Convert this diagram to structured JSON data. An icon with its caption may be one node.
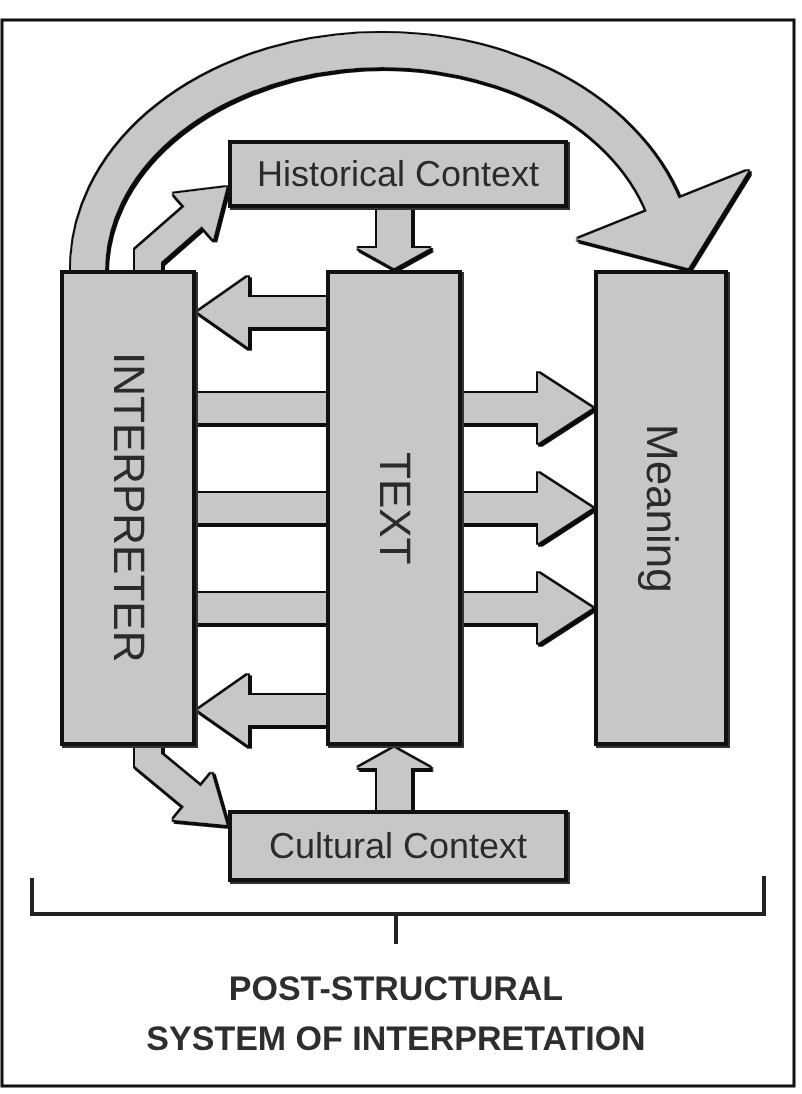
{
  "diagram": {
    "caption": "POST-STRUCTURAL SYSTEM OF INTERPRETATION",
    "nodes": [
      {
        "text": [
          "Historical Context"
        ]
      },
      {
        "text": [
          "INTERPRETER"
        ]
      },
      {
        "text": [
          "TEXT"
        ]
      },
      {
        "text": [
          "Meaning"
        ]
      },
      {
        "text": [
          "Cultural Context"
        ]
      }
    ],
    "edges": [
      {
        "from": 1,
        "to": 3,
        "arrow": "to"
      },
      {
        "from": 1,
        "to": 0,
        "arrow": "to"
      },
      {
        "from": 0,
        "to": 2,
        "arrow": "to"
      },
      {
        "from": 2,
        "to": 1,
        "arrow": "to"
      },
      {
        "from": 1,
        "to": 2,
        "arrow": "none"
      },
      {
        "from": 2,
        "to": 3,
        "arrow": "to"
      },
      {
        "from": 1,
        "to": 2,
        "arrow": "none"
      },
      {
        "from": 2,
        "to": 3,
        "arrow": "to"
      },
      {
        "from": 1,
        "to": 2,
        "arrow": "none"
      },
      {
        "from": 2,
        "to": 3,
        "arrow": "to"
      },
      {
        "from": 2,
        "to": 1,
        "arrow": "to"
      },
      {
        "from": 1,
        "to": 4,
        "arrow": "to"
      },
      {
        "from": 4,
        "to": 2,
        "arrow": "to"
      }
    ]
  }
}
